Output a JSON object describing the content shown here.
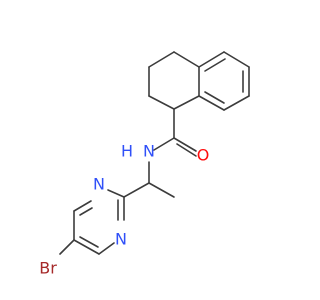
{
  "colors": {
    "bond": "#3c3c3c",
    "carbon": "#3c3c3c",
    "nitrogen": "#3050f8",
    "oxygen": "#ff0d0d",
    "bromine": "#a62929"
  },
  "atoms": {
    "amide_nh": "N",
    "amide_h": "H",
    "carbonyl_o": "O",
    "pyrimidine_n1": "N",
    "pyrimidine_n3": "N",
    "bromine": "Br"
  }
}
